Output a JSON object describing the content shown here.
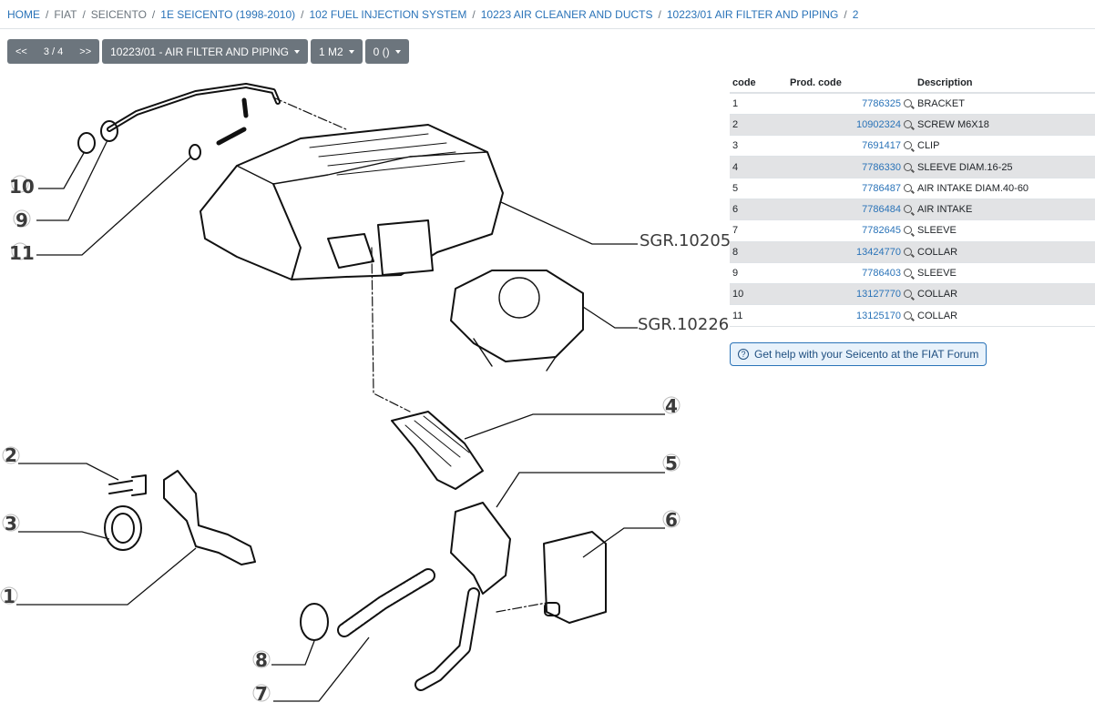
{
  "breadcrumb": [
    {
      "label": "HOME",
      "link": true
    },
    {
      "label": "FIAT",
      "link": false
    },
    {
      "label": "SEICENTO",
      "link": false
    },
    {
      "label": "1E SEICENTO (1998-2010)",
      "link": true
    },
    {
      "label": "102 FUEL INJECTION SYSTEM",
      "link": true
    },
    {
      "label": "10223 AIR CLEANER AND DUCTS",
      "link": true
    },
    {
      "label": "10223/01 AIR FILTER AND PIPING",
      "link": true
    },
    {
      "label": "2",
      "link": true
    }
  ],
  "toolbar": {
    "prev": "<<",
    "page": "3 / 4",
    "next": ">>",
    "group_select": "10223/01 - AIR FILTER AND PIPING",
    "variant_select": "1 M2",
    "extra_select": "0 ()"
  },
  "diagram": {
    "callouts": [
      "1",
      "2",
      "3",
      "4",
      "5",
      "6",
      "7",
      "8",
      "9",
      "10",
      "11"
    ],
    "refs": [
      "SGR.10205",
      "SGR.10226"
    ]
  },
  "parts_table": {
    "headers": [
      "code",
      "Prod. code",
      "Description"
    ],
    "rows": [
      {
        "code": "1",
        "prod": "7786325",
        "desc": "BRACKET"
      },
      {
        "code": "2",
        "prod": "10902324",
        "desc": "SCREW M6X18"
      },
      {
        "code": "3",
        "prod": "7691417",
        "desc": "CLIP"
      },
      {
        "code": "4",
        "prod": "7786330",
        "desc": "SLEEVE DIAM.16-25"
      },
      {
        "code": "5",
        "prod": "7786487",
        "desc": "AIR INTAKE DIAM.40-60"
      },
      {
        "code": "6",
        "prod": "7786484",
        "desc": "AIR INTAKE"
      },
      {
        "code": "7",
        "prod": "7782645",
        "desc": "SLEEVE"
      },
      {
        "code": "8",
        "prod": "13424770",
        "desc": "COLLAR"
      },
      {
        "code": "9",
        "prod": "7786403",
        "desc": "SLEEVE"
      },
      {
        "code": "10",
        "prod": "13127770",
        "desc": "COLLAR"
      },
      {
        "code": "11",
        "prod": "13125170",
        "desc": "COLLAR"
      }
    ]
  },
  "forum_button": "Get help with your Seicento at the FIAT Forum",
  "colors": {
    "link": "#2a73b8",
    "button": "#6c757d",
    "row_alt": "#e2e3e5"
  }
}
